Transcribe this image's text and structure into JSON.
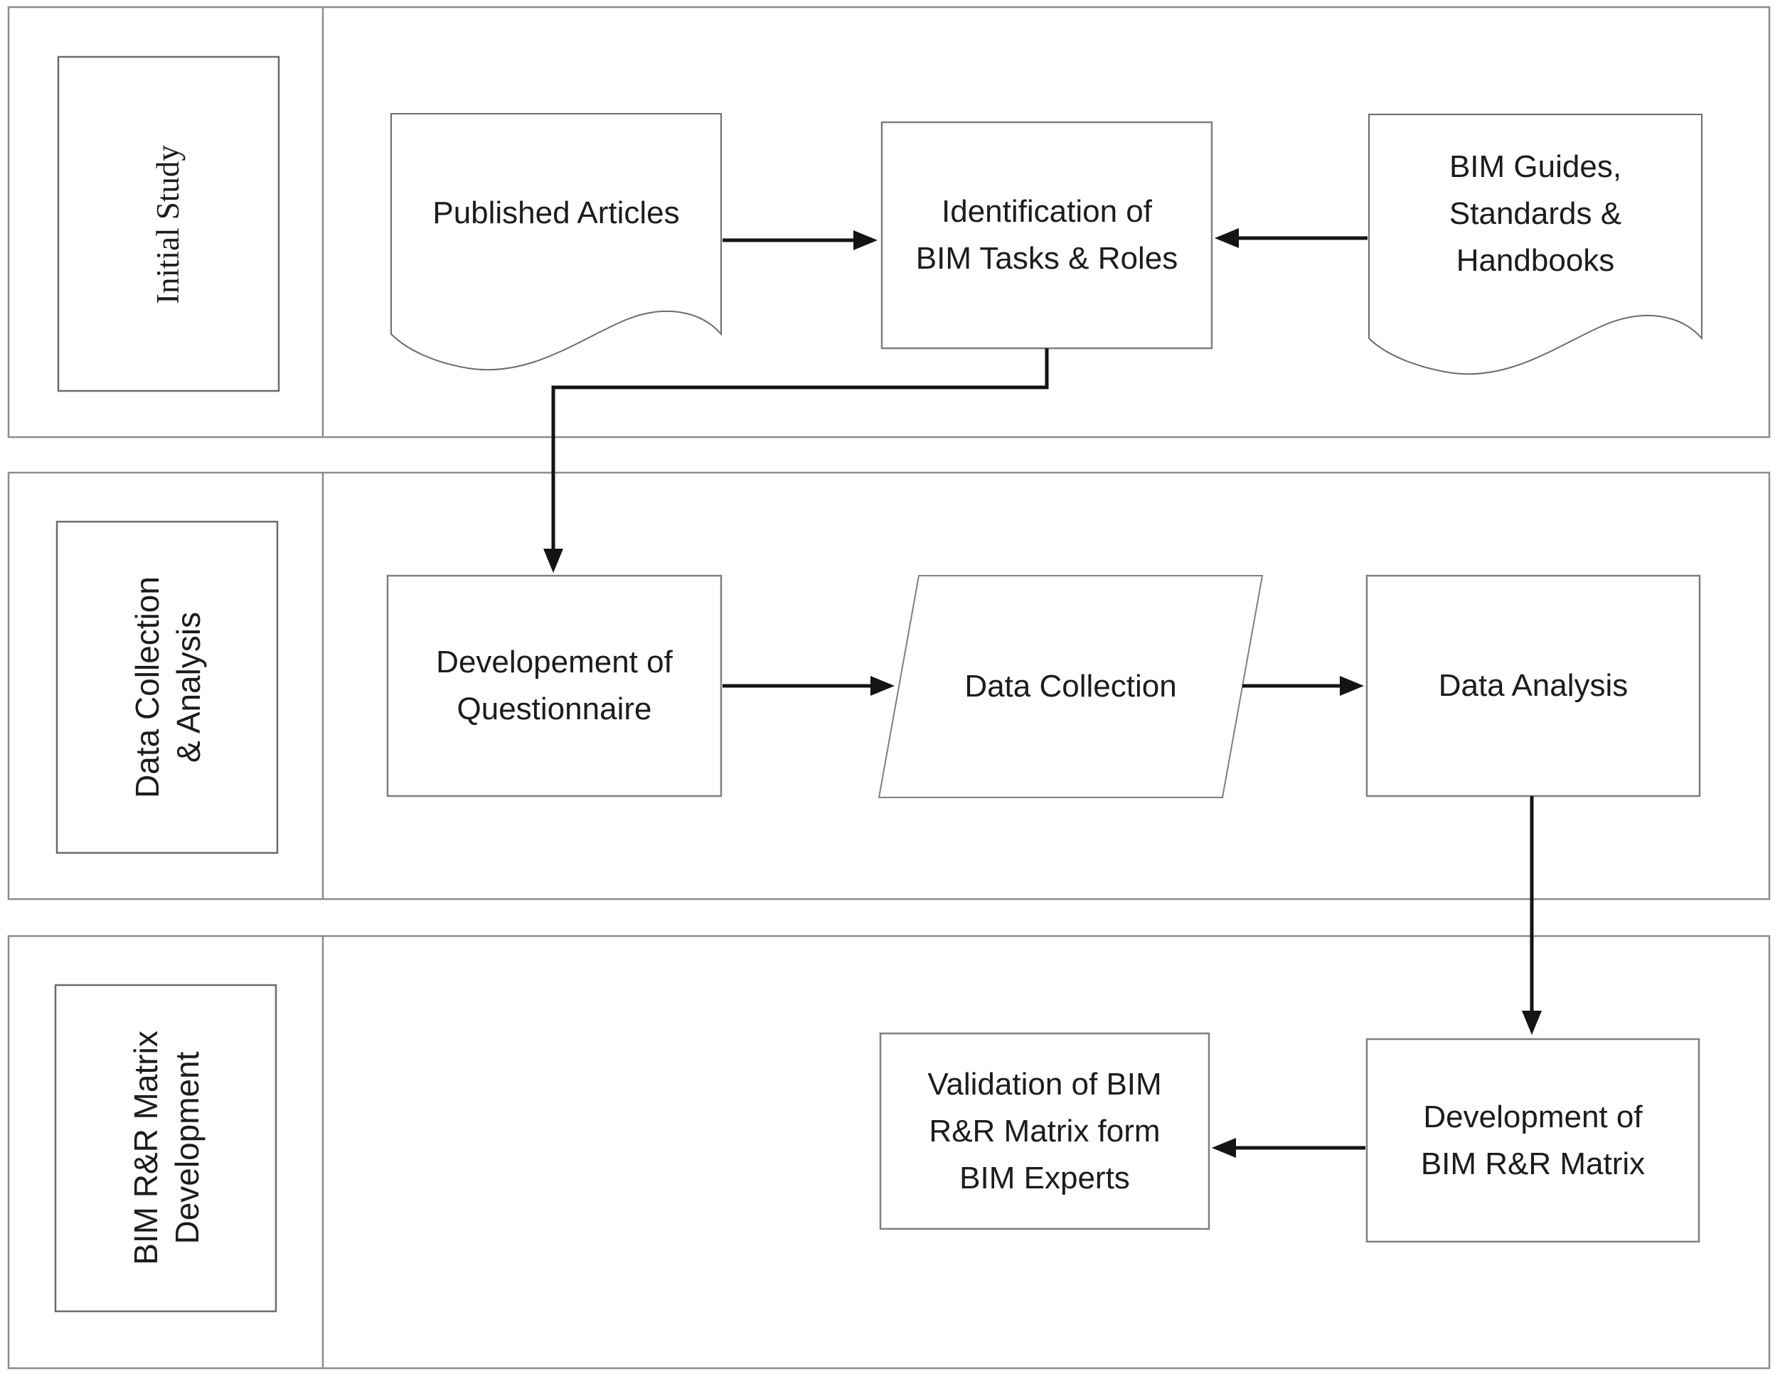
{
  "diagram_type": "flowchart",
  "title": "",
  "phases": [
    {
      "label": "Initial Study"
    },
    {
      "label": "Data Collection\n& Analysis"
    },
    {
      "label": "BIM R&R Matrix\nDevelopment"
    }
  ],
  "nodes": {
    "published_articles": {
      "label": "Published Articles",
      "shape": "document"
    },
    "identification": {
      "label": "Identification of\nBIM Tasks & Roles",
      "shape": "process"
    },
    "bim_guides": {
      "label": "BIM Guides,\nStandards &\nHandbooks",
      "shape": "document"
    },
    "development_questionnaire": {
      "label": "Developement of\nQuestionnaire",
      "shape": "process"
    },
    "data_collection": {
      "label": "Data Collection",
      "shape": "data-parallelogram"
    },
    "data_analysis": {
      "label": "Data Analysis",
      "shape": "process"
    },
    "validation": {
      "label": "Validation of BIM\nR&R Matrix form\nBIM Experts",
      "shape": "process"
    },
    "development_matrix": {
      "label": "Development of\nBIM R&R Matrix",
      "shape": "process"
    }
  },
  "edges": [
    {
      "from": "published_articles",
      "to": "identification"
    },
    {
      "from": "bim_guides",
      "to": "identification"
    },
    {
      "from": "identification",
      "to": "development_questionnaire"
    },
    {
      "from": "development_questionnaire",
      "to": "data_collection"
    },
    {
      "from": "data_collection",
      "to": "data_analysis"
    },
    {
      "from": "data_analysis",
      "to": "development_matrix"
    },
    {
      "from": "development_matrix",
      "to": "validation"
    }
  ],
  "colors": {
    "background": "#ffffff",
    "band_stroke": "#8c8c8c",
    "label_box_stroke": "#6b6b6b",
    "node_stroke": "#7f7f7f",
    "arrow": "#141414",
    "text": "#1c1c1c"
  }
}
